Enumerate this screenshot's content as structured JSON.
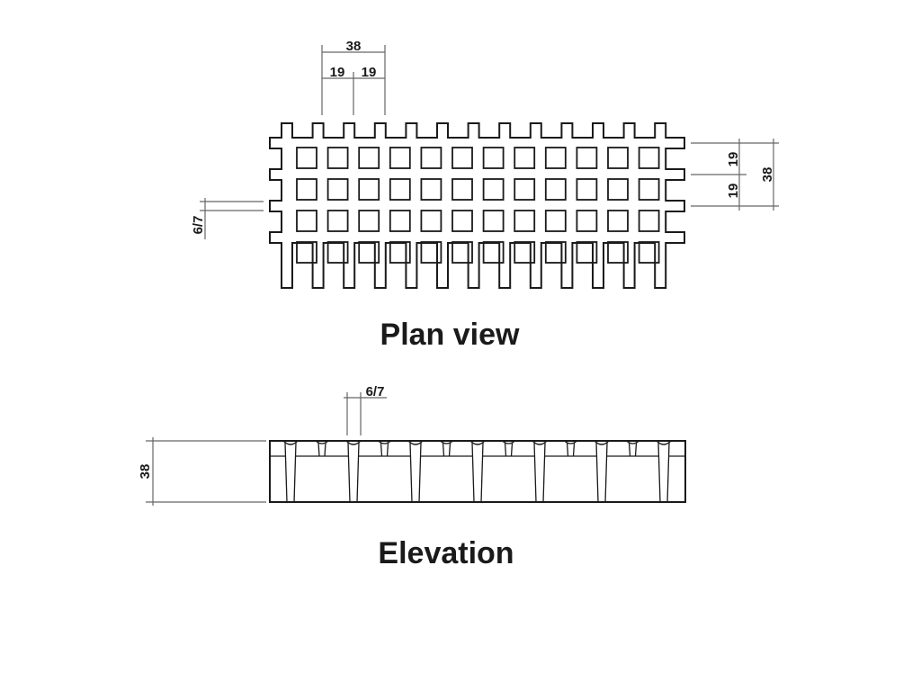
{
  "plan_view": {
    "title": "Plan view",
    "dimensions": {
      "pitch": "38",
      "half_pitch_left": "19",
      "half_pitch_right": "19",
      "rib_thickness": "6/7",
      "side_half_top": "19",
      "side_half_bottom": "19",
      "side_pitch": "38"
    }
  },
  "elevation": {
    "title": "Elevation",
    "dimensions": {
      "height": "38",
      "rib_thickness": "6/7"
    }
  }
}
